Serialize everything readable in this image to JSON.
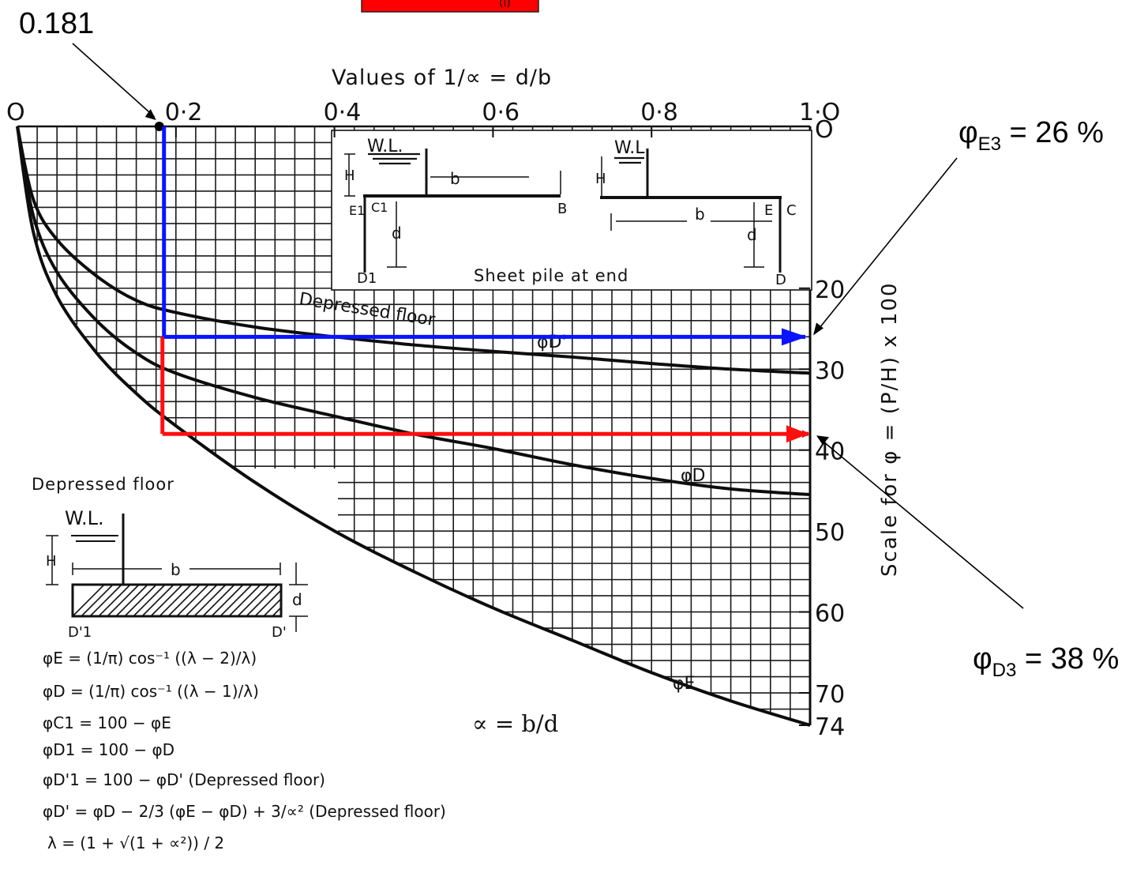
{
  "header_box_text": "(i)",
  "chart_data": {
    "type": "line",
    "title": "Values of  1/∝ = d/b",
    "ylabel": "Scale for  φ = (P/H) x 100",
    "xlabel": "∝ = b/d",
    "xlim": [
      0,
      1.0
    ],
    "ylim": [
      0,
      74
    ],
    "grid": true,
    "x_ticks": [
      "O",
      "0·2",
      "0·4",
      "0·6",
      "0·8",
      "1·O"
    ],
    "y_ticks": [
      "O",
      "20",
      "30",
      "40",
      "50",
      "60",
      "70",
      "74"
    ],
    "x": [
      0,
      0.02,
      0.05,
      0.1,
      0.15,
      0.2,
      0.3,
      0.4,
      0.5,
      0.6,
      0.7,
      0.8,
      0.9,
      1.0
    ],
    "series": [
      {
        "name": "Depressed floor",
        "label2": "φD'",
        "values": [
          0,
          9,
          14,
          18.5,
          21.5,
          23,
          24.8,
          26,
          27,
          27.8,
          28.5,
          29.3,
          30,
          30.5
        ]
      },
      {
        "name": "φD",
        "values": [
          0,
          11,
          18,
          24,
          28,
          30.5,
          33.5,
          35.8,
          38,
          39.8,
          41.8,
          43.5,
          44.8,
          45.5
        ]
      },
      {
        "name": "φE",
        "values": [
          0,
          13,
          21,
          28,
          33,
          37,
          44,
          50,
          55,
          59.5,
          63.5,
          67.5,
          71,
          74
        ]
      }
    ],
    "annotations": {
      "x_marker_value": 0.181,
      "x_marker_label": "0.181",
      "phi_e3": {
        "label": "φ",
        "sub": "E3",
        "text": " = 26 %",
        "value": 26,
        "color": "#0a14ff"
      },
      "phi_d3": {
        "label": "φ",
        "sub": "D3",
        "text": " = 38 %",
        "value": 38,
        "color": "#ff0f0f"
      }
    }
  },
  "inset_sheet_pile": {
    "title": "Sheet pile at end",
    "wl": "W.L.",
    "h": "H",
    "b": "b",
    "d": "d",
    "left_labels": [
      "E1",
      "C1",
      "B",
      "D1"
    ],
    "right_labels": [
      "E",
      "C",
      "D"
    ]
  },
  "inset_depressed": {
    "title": "Depressed floor",
    "wl": "W.L.",
    "h": "H",
    "b": "b",
    "d": "d",
    "labels": [
      "D'1",
      "D'"
    ]
  },
  "formulas": [
    "φE = (1/π) cos⁻¹ ((λ − 2)/λ)",
    "φD = (1/π) cos⁻¹ ((λ − 1)/λ)",
    "φC1 = 100 − φE",
    "φD1 = 100 − φD",
    "φD'1 = 100 − φD'  (Depressed floor)",
    "φD' = φD − 2/3 (φE − φD) + 3/∝²  (Depressed floor)",
    "λ = (1 + √(1 + ∝²)) / 2"
  ],
  "colors": {
    "grid": "#1a1a1a",
    "curve": "#0d0d0d",
    "blue": "#0a14ff",
    "red": "#ff0f0f",
    "box": "#ff0000"
  }
}
